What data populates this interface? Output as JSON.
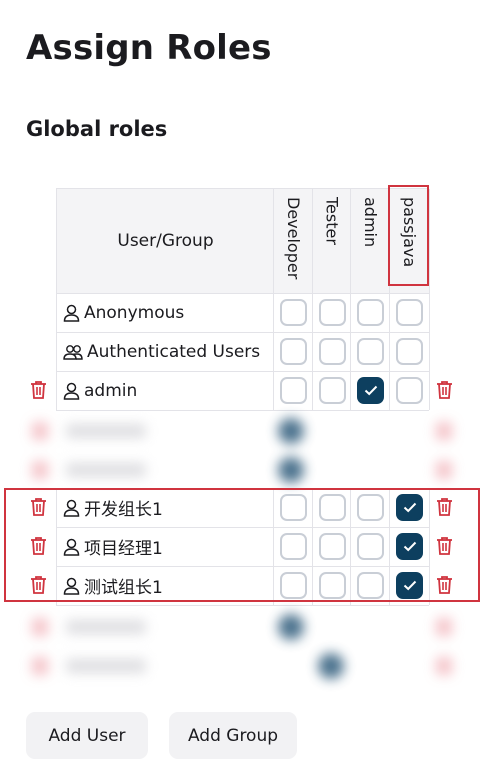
{
  "page": {
    "title": "Assign Roles",
    "section_title": "Global roles"
  },
  "table": {
    "header_user": "User/Group",
    "columns": [
      "Developer",
      "Tester",
      "admin",
      "passjava"
    ],
    "rows": [
      {
        "icon": "user-icon",
        "name": "Anonymous",
        "checked": [
          false,
          false,
          false,
          false
        ],
        "deletable": false
      },
      {
        "icon": "group-icon",
        "name": "Authenticated Users",
        "checked": [
          false,
          false,
          false,
          false
        ],
        "deletable": false
      },
      {
        "icon": "user-icon",
        "name": "admin",
        "checked": [
          false,
          false,
          true,
          false
        ],
        "deletable": true
      },
      {
        "icon": "user-icon",
        "name": "开发组长1",
        "checked": [
          false,
          false,
          false,
          true
        ],
        "deletable": true
      },
      {
        "icon": "user-icon",
        "name": "项目经理1",
        "checked": [
          false,
          false,
          false,
          true
        ],
        "deletable": true
      },
      {
        "icon": "user-icon",
        "name": "测试组长1",
        "checked": [
          false,
          false,
          false,
          true
        ],
        "deletable": true
      }
    ]
  },
  "buttons": {
    "add_user": "Add User",
    "add_group": "Add Group"
  },
  "colors": {
    "accent": "#0d3f5f",
    "danger": "#d0343f",
    "highlight": "#d0343f"
  }
}
